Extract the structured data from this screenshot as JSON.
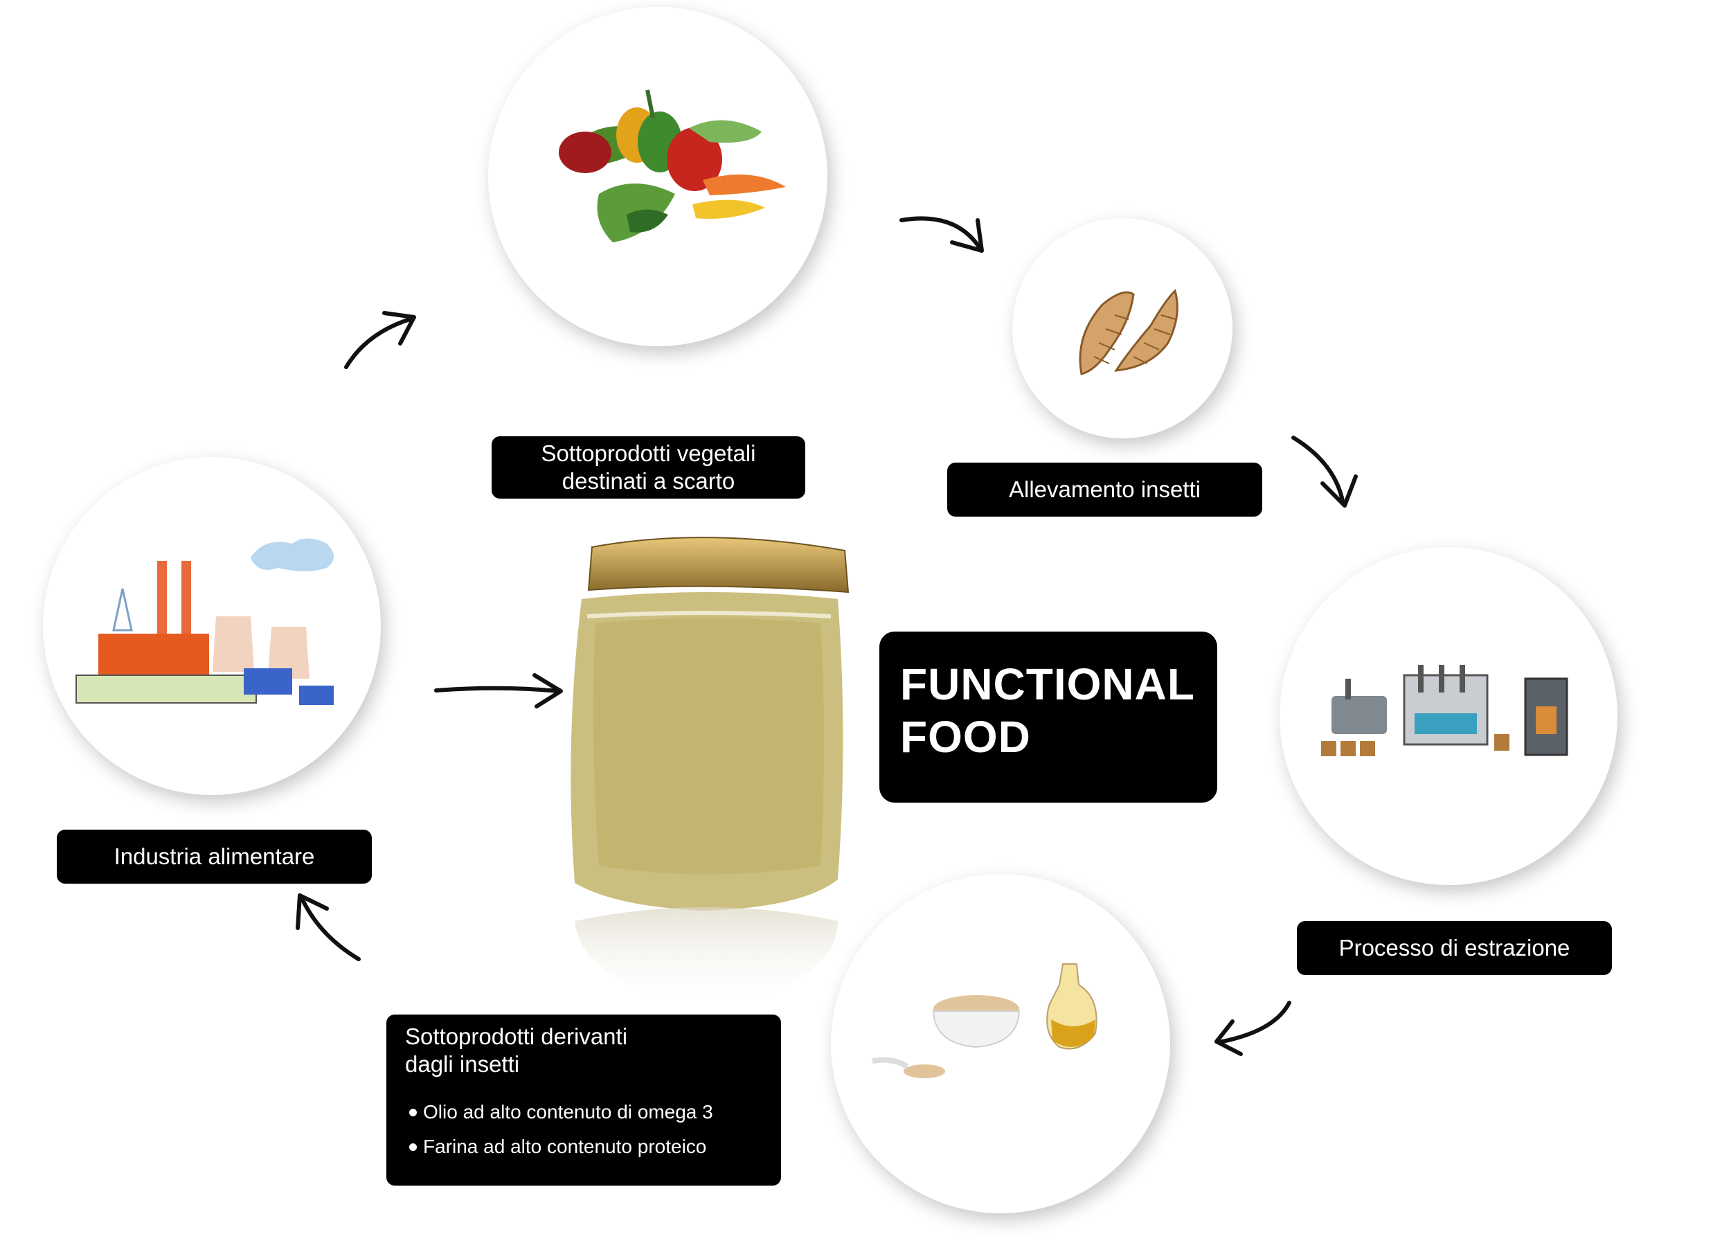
{
  "nodes": {
    "vegetable": {
      "lines": [
        "Sottoprodotti vegetali",
        "destinati a scarto"
      ]
    },
    "insects": {
      "lines": [
        "Allevamento insetti"
      ]
    },
    "extraction": {
      "lines": [
        "Processo di estrazione"
      ]
    },
    "byproducts": {
      "lines": [
        "Sottoprodotti derivanti",
        "dagli insetti"
      ],
      "bullets": [
        "Olio ad alto contenuto di omega 3",
        "Farina ad alto contenuto proteico"
      ]
    },
    "industry": {
      "lines": [
        "Industria alimentare"
      ]
    }
  },
  "center": {
    "lines": [
      "FUNCTIONAL",
      "FOOD"
    ]
  },
  "icons": {
    "vegetable": "vegetables-icon",
    "insects": "larvae-icon",
    "extraction": "machinery-icon",
    "byproducts": "flour-and-oil-icon",
    "industry": "factory-icon",
    "product": "jar-icon"
  },
  "colors": {
    "label_bg": "#000000",
    "label_text": "#ffffff"
  }
}
